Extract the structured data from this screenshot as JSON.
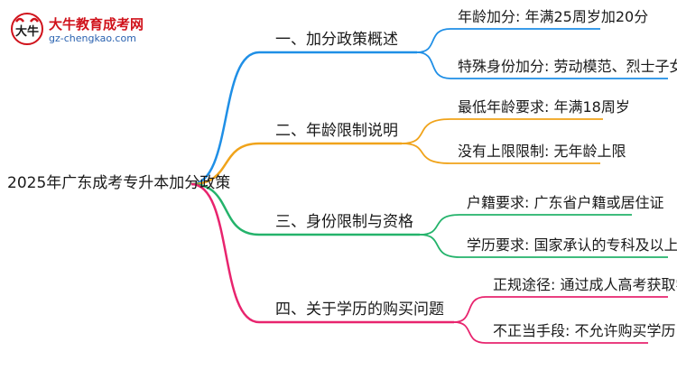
{
  "logo": {
    "title": "大牛教育成考网",
    "url": "gz-chengkao.com",
    "badge_text": "大牛"
  },
  "root": {
    "label": "2025年广东成考专升本加分政策"
  },
  "branches": [
    {
      "label": "一、加分政策概述",
      "color": "#1f8fe6",
      "children": [
        "年龄加分: 年满25周岁加20分",
        "特殊身份加分: 劳动模范、烈士子女等"
      ]
    },
    {
      "label": "二、年龄限制说明",
      "color": "#f0a31a",
      "children": [
        "最低年龄要求: 年满18周岁",
        "没有上限限制: 无年龄上限"
      ]
    },
    {
      "label": "三、身份限制与资格",
      "color": "#24b36b",
      "children": [
        "户籍要求: 广东省户籍或居住证",
        "学历要求: 国家承认的专科及以上学历"
      ]
    },
    {
      "label": "四、关于学历的购买问题",
      "color": "#e8246e",
      "children": [
        "正规途径: 通过成人高考获取学历",
        "不正当手段: 不允许购买学历"
      ]
    }
  ]
}
